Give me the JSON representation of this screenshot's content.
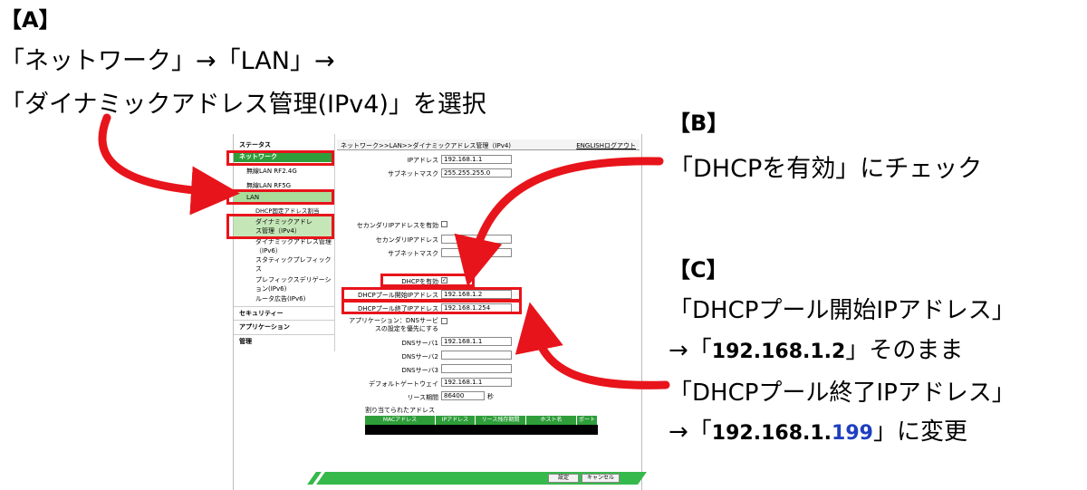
{
  "annotations": {
    "a_label": "【A】",
    "a_line1": "「ネットワーク」→「LAN」→",
    "a_line2": "「ダイナミックアドレス管理(IPv4)」を選択",
    "b_label": "【B】",
    "b_line1": "「DHCPを有効」にチェック",
    "c_label": "【C】",
    "c_line1": "「DHCPプール開始IPアドレス」",
    "c_line2_prefix": "→「",
    "c_line2_ip": "192.168.1.2",
    "c_line2_suffix": "」そのまま",
    "c_line3": "「DHCPプール終了IPアドレス」",
    "c_line4_prefix": "→「",
    "c_line4_ip_base": "192.168.1.",
    "c_line4_ip_last": "199",
    "c_line4_suffix": "」に変更"
  },
  "sidebar": {
    "status": "ステータス",
    "network": "ネットワーク",
    "wlan24": "無線LAN RF2.4G",
    "wlan5": "無線LAN RF5G",
    "lan": "LAN",
    "dhcp_fixed": "DHCP固定アドレス割当",
    "dynamic_v4": "ダイナミックアドレス管理（IPv4）",
    "dynamic_v6": "ダイナミックアドレス管理（IPv6）",
    "static_prefix": "スタティックプレフィックス",
    "prefix_delegation": "プレフィックスデリゲーション(IPv6)",
    "router_adv": "ルータ広告(IPv6)",
    "security": "セキュリティー",
    "application": "アプリケーション",
    "admin": "管理"
  },
  "topbar": {
    "breadcrumb": "ネットワーク>>LAN>>ダイナミックアドレス管理（IPv4)",
    "language": "ENGLISHログアウト"
  },
  "form": {
    "ip_label": "IPアドレス",
    "ip_value": "192.168.1.1",
    "subnet_label": "サブネットマスク",
    "subnet_value": "255.255.255.0",
    "secondary_enable_label": "セカンダリIPアドレスを有効",
    "secondary_ip_label": "セカンダリIPアドレス",
    "secondary_ip_value": "",
    "secondary_subnet_label": "サブネットマスク",
    "secondary_subnet_value": "",
    "dhcp_enable_label": "DHCPを有効",
    "dhcp_enable_mark": "✓",
    "pool_start_label": "DHCPプール開始IPアドレス",
    "pool_start_value": "192.168.1.2",
    "pool_end_label": "DHCPプール終了IPアドレス",
    "pool_end_value": "192.168.1.254",
    "app_dns_label1": "アプリケーション：DNSサービ",
    "app_dns_label2": "スの設定を優先にする",
    "dns1_label": "DNSサーバ1",
    "dns1_value": "192.168.1.1",
    "dns2_label": "DNSサーバ2",
    "dns2_value": "",
    "dns3_label": "DNSサーバ3",
    "dns3_value": "",
    "gateway_label": "デフォルトゲートウェイ",
    "gateway_value": "192.168.1.1",
    "lease_label": "リース期間",
    "lease_value": "86400",
    "lease_unit": "秒",
    "assigned_label": "割り当てられたアドレス"
  },
  "table": {
    "columns": [
      "MACアドレス",
      "IPアドレス",
      "リース残存期間",
      "ホスト名",
      "ポート"
    ]
  },
  "buttons": {
    "apply": "設定",
    "cancel": "キャンセル"
  },
  "colors": {
    "highlight": "#e8141b",
    "nav_green": "#2f9e3a",
    "lan_green": "#a9dd9a",
    "accent_blue": "#1f3fc0"
  }
}
